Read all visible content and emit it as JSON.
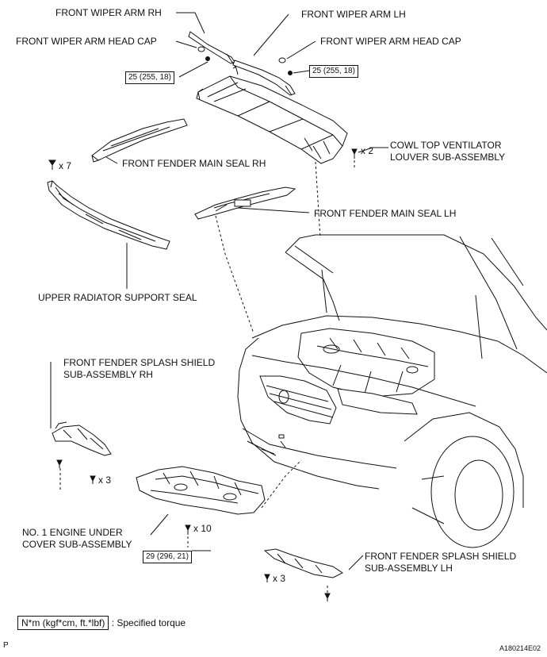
{
  "labels": {
    "wiper_arm_rh": "FRONT WIPER ARM RH",
    "wiper_arm_lh": "FRONT WIPER ARM LH",
    "cap_rh": "FRONT WIPER ARM HEAD CAP",
    "cap_lh": "FRONT WIPER ARM HEAD CAP",
    "cowl_1": "COWL TOP VENTILATOR",
    "cowl_2": "LOUVER SUB-ASSEMBLY",
    "fender_seal_rh": "FRONT FENDER MAIN SEAL RH",
    "fender_seal_lh": "FRONT FENDER MAIN SEAL LH",
    "upper_rad_seal": "UPPER RADIATOR SUPPORT SEAL",
    "splash_rh_1": "FRONT FENDER SPLASH SHIELD",
    "splash_rh_2": "SUB-ASSEMBLY RH",
    "engine_cover_1": "NO. 1 ENGINE UNDER",
    "engine_cover_2": "COVER SUB-ASSEMBLY",
    "splash_lh_1": "FRONT FENDER SPLASH SHIELD",
    "splash_lh_2": "SUB-ASSEMBLY LH"
  },
  "torques": {
    "wiper_rh": "25 (255, 18)",
    "wiper_lh": "25 (255, 18)",
    "engine_cover": "29 (296, 21)"
  },
  "counts": {
    "cowl_screws": "x 2",
    "rad_seal_clips": "x 7",
    "splash_rh_screws": "x 3",
    "engine_cover_screws": "x 10",
    "splash_lh_screws": "x 3"
  },
  "legend": {
    "unit": "N*m (kgf*cm, ft.*lbf)",
    "text": ": Specified torque"
  },
  "footer": {
    "corner_letter": "P",
    "figure_code": "A180214E02"
  }
}
